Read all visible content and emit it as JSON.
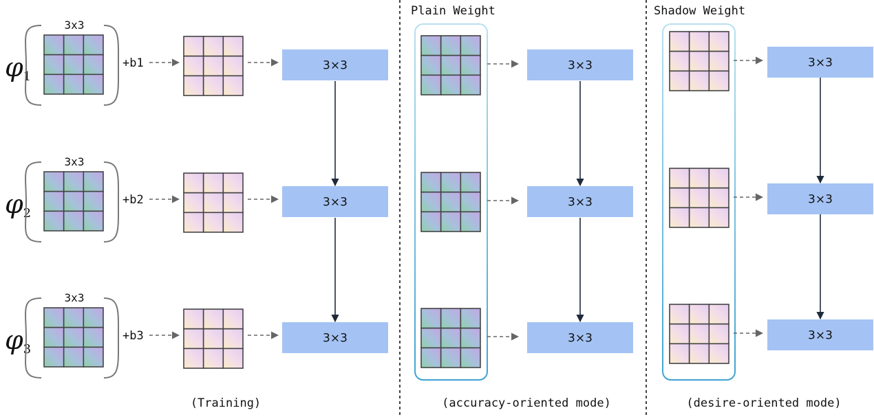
{
  "headers": {
    "plain_weight": "Plain Weight",
    "shadow_weight": "Shadow Weight"
  },
  "captions": {
    "training": "(Training)",
    "accuracy": "(accuracy-oriented mode)",
    "desire": "(desire-oriented mode)"
  },
  "rows": [
    {
      "phi_symbol": "φ",
      "phi_sub": "1",
      "kernel_label": "3x3",
      "bias_label": "+b1",
      "conv_label_training": "3×3",
      "conv_label_plain": "3×3",
      "conv_label_shadow": "3×3"
    },
    {
      "phi_symbol": "φ",
      "phi_sub": "2",
      "kernel_label": "3x3",
      "bias_label": "+b2",
      "conv_label_training": "3×3",
      "conv_label_plain": "3×3",
      "conv_label_shadow": "3×3"
    },
    {
      "phi_symbol": "φ",
      "phi_sub": "3",
      "kernel_label": "3x3",
      "bias_label": "+b3",
      "conv_label_training": "3×3",
      "conv_label_plain": "3×3",
      "conv_label_shadow": "3×3"
    }
  ],
  "colors": {
    "conv_block": "#a4c3f4",
    "frame": "#5aaed8",
    "grid_line": "#444444",
    "arrow": "#1f2a3a",
    "dashed_arrow": "#666666"
  }
}
